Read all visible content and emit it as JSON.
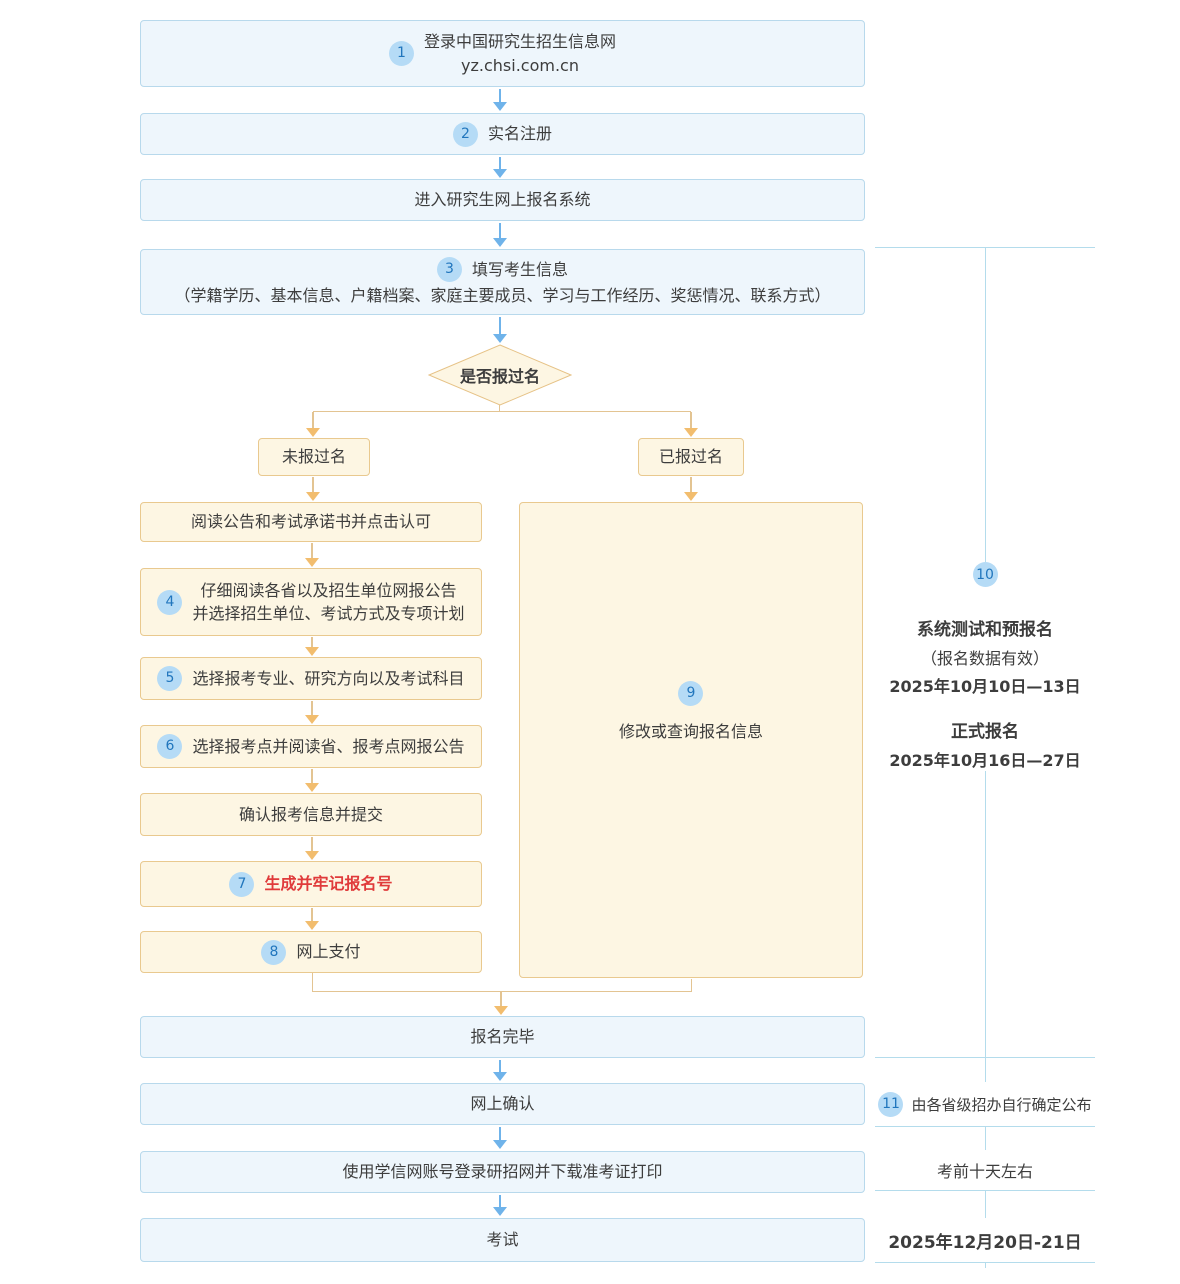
{
  "flow": {
    "login": {
      "num": "1",
      "line1": "登录中国研究生招生信息网",
      "line2": "yz.chsi.com.cn"
    },
    "register": {
      "num": "2",
      "label": "实名注册"
    },
    "enter": {
      "label": "进入研究生网上报名系统"
    },
    "fill": {
      "num": "3",
      "line1": "填写考生信息",
      "line2": "（学籍学历、基本信息、户籍档案、家庭主要成员、学习与工作经历、奖惩情况、联系方式）"
    },
    "decision": {
      "label": "是否报过名"
    },
    "branch_no": {
      "label": "未报过名"
    },
    "branch_yes": {
      "label": "已报过名"
    },
    "notice": {
      "label": "阅读公告和考试承诺书并点击认可"
    },
    "step4": {
      "num": "4",
      "line1": "仔细阅读各省以及招生单位网报公告",
      "line2": "并选择招生单位、考试方式及专项计划"
    },
    "step5": {
      "num": "5",
      "label": "选择报考专业、研究方向以及考试科目"
    },
    "step6": {
      "num": "6",
      "label": "选择报考点并阅读省、报考点网报公告"
    },
    "confirm_submit": {
      "label": "确认报考信息并提交"
    },
    "step7": {
      "num": "7",
      "label": "生成并牢记报名号"
    },
    "step8": {
      "num": "8",
      "label": "网上支付"
    },
    "step9": {
      "num": "9",
      "label": "修改或查询报名信息"
    },
    "done": {
      "label": "报名完毕"
    },
    "online_confirm": {
      "label": "网上确认"
    },
    "download_ticket": {
      "label": "使用学信网账号登录研招网并下载准考证打印"
    },
    "exam": {
      "label": "考试"
    }
  },
  "sidebar": {
    "step10": {
      "num": "10",
      "title1": "系统测试和预报名",
      "sub1": "（报名数据有效）",
      "date1": "2025年10月10日—13日",
      "title2": "正式报名",
      "date2": "2025年10月16日—27日"
    },
    "step11": {
      "num": "11",
      "label": "由各省级招办自行确定公布"
    },
    "ticket_time": {
      "label": "考前十天左右"
    },
    "exam_date": {
      "label": "2025年12月20日-21日"
    }
  },
  "colors": {
    "blue_box_fill": "#eef6fc",
    "blue_box_border": "#b8d9ec",
    "cream_box_fill": "#fdf6e3",
    "cream_box_border": "#e9c98f",
    "blue_arrow": "#6fb3ea",
    "orange_arrow_head": "#f2bd6e",
    "orange_line": "#e3c492",
    "badge_bg": "#b5dbf6",
    "badge_text": "#2176bd",
    "highlight_red": "#e03b3b",
    "divider_blue": "#b4dcec",
    "text": "#3d3d3d"
  }
}
